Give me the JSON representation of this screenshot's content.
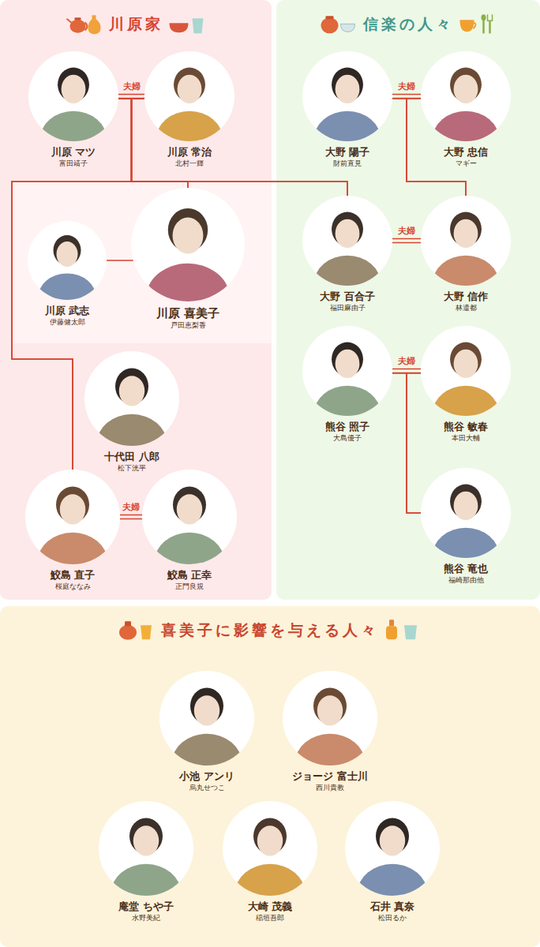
{
  "diagram": {
    "nodes": [
      {
        "text": [
          "川原家"
        ]
      },
      {
        "text": [
          "川原 マツ",
          "富田靖子"
        ],
        "in": 0
      },
      {
        "text": [
          "川原 常治",
          "北村一輝"
        ],
        "in": 0
      },
      {
        "text": [
          "川原 武志",
          "伊藤健太郎"
        ],
        "in": 0
      },
      {
        "text": [
          "川原 喜美子",
          "戸田恵梨香"
        ],
        "in": 0
      },
      {
        "text": [
          "十代田 八郎",
          "松下洸平"
        ],
        "in": 0
      },
      {
        "text": [
          "鮫島 直子",
          "桜庭ななみ"
        ],
        "in": 0
      },
      {
        "text": [
          "鮫島 正幸",
          "正門良規"
        ],
        "in": 0
      },
      {
        "text": [
          "信楽の人々"
        ]
      },
      {
        "text": [
          "大野 陽子",
          "財前直見"
        ],
        "in": 8
      },
      {
        "text": [
          "大野 忠信",
          "マギー"
        ],
        "in": 8
      },
      {
        "text": [
          "大野 百合子",
          "福田麻由子"
        ],
        "in": 8
      },
      {
        "text": [
          "大野 信作",
          "林遣都"
        ],
        "in": 8
      },
      {
        "text": [
          "熊谷 照子",
          "大島優子"
        ],
        "in": 8
      },
      {
        "text": [
          "熊谷 敏春",
          "本田大輔"
        ],
        "in": 8
      },
      {
        "text": [
          "熊谷 竜也",
          "福崎那由他"
        ],
        "in": 8
      },
      {
        "text": [
          "喜美子に影響を与える人々"
        ]
      },
      {
        "text": [
          "小池 アンリ",
          "烏丸せつこ"
        ],
        "in": 16
      },
      {
        "text": [
          "ジョージ 富士川",
          "西川貴教"
        ],
        "in": 16
      },
      {
        "text": [
          "庵堂 ちや子",
          "水野美紀"
        ],
        "in": 16
      },
      {
        "text": [
          "大崎 茂義",
          "稲垣吾郎"
        ],
        "in": 16
      },
      {
        "text": [
          "石井 真奈",
          "松田るか"
        ],
        "in": 16
      }
    ],
    "edges": [
      {
        "from": 1,
        "to": 2,
        "arrow": "none",
        "label": "夫婦"
      },
      {
        "from": 1,
        "to": 4,
        "arrow": "none"
      },
      {
        "from": 2,
        "to": 4,
        "arrow": "none"
      },
      {
        "from": 1,
        "to": 6,
        "arrow": "none"
      },
      {
        "from": 2,
        "to": 6,
        "arrow": "none"
      },
      {
        "from": 1,
        "to": 11,
        "arrow": "none"
      },
      {
        "from": 2,
        "to": 11,
        "arrow": "none"
      },
      {
        "from": 4,
        "to": 3,
        "arrow": "none"
      },
      {
        "from": 6,
        "to": 7,
        "arrow": "none",
        "label": "夫婦"
      },
      {
        "from": 9,
        "to": 10,
        "arrow": "none",
        "label": "夫婦"
      },
      {
        "from": 9,
        "to": 12,
        "arrow": "none"
      },
      {
        "from": 10,
        "to": 12,
        "arrow": "none"
      },
      {
        "from": 11,
        "to": 12,
        "arrow": "none",
        "label": "夫婦"
      },
      {
        "from": 13,
        "to": 14,
        "arrow": "none",
        "label": "夫婦"
      },
      {
        "from": 13,
        "to": 15,
        "arrow": "none"
      },
      {
        "from": 14,
        "to": 15,
        "arrow": "none"
      }
    ]
  }
}
